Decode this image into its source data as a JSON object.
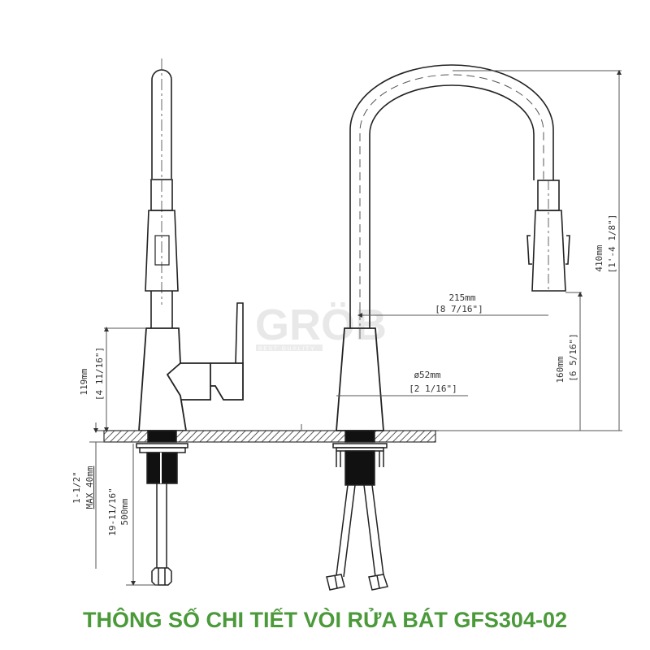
{
  "title": "THÔNG SỐ CHI TIẾT VÒI RỬA BÁT GFS304-02",
  "watermark": {
    "brand": "GRÖB",
    "tagline": "BEST QUALITY"
  },
  "colors": {
    "title_green": "#4a9a3a",
    "line": "#222222",
    "dim_line": "#555555",
    "watermark": "#e6e6e6"
  },
  "side_view": {
    "dimensions": {
      "body_height_mm": "119mm",
      "body_height_in": "[4 11/16\"]",
      "max_thickness_in": "1-1/2\"",
      "max_thickness_mm": "MAX 40mm",
      "hose_length_in": "19-11/16\"",
      "hose_length_mm": "500mm"
    }
  },
  "front_view": {
    "dimensions": {
      "reach_mm": "215mm",
      "reach_in": "[8 7/16\"]",
      "base_diameter_mm": "ø52mm",
      "base_diameter_in": "[2 1/16\"]",
      "spout_height_mm": "160mm",
      "spout_height_in": "[6 5/16\"]",
      "total_height_mm": "410mm",
      "total_height_in": "[1'-4 1/8\"]"
    }
  }
}
